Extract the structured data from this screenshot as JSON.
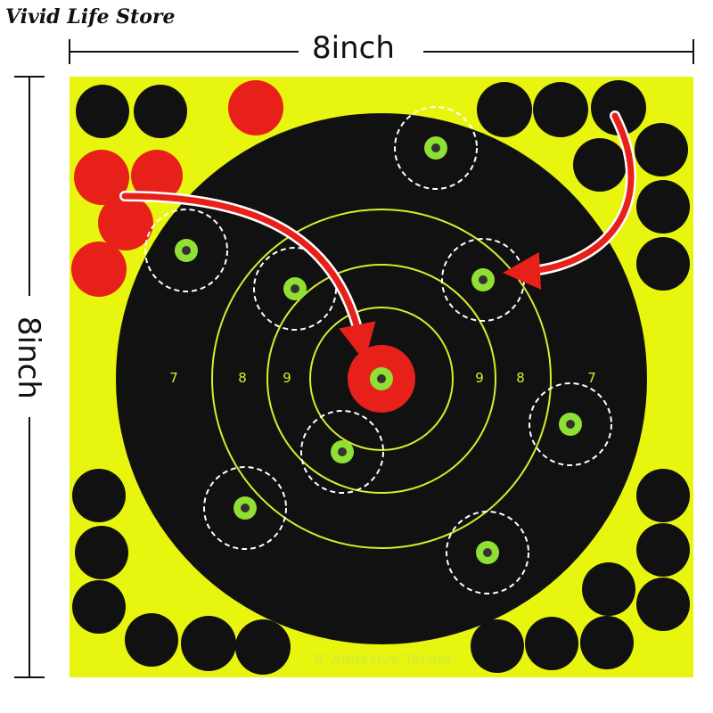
{
  "store_name": "Vivid Life Store",
  "width_label": "8inch",
  "height_label": "8inch",
  "target_label": "8\"Adhesive Target",
  "ring_numbers": [
    "7",
    "8",
    "9",
    "9",
    "8",
    "7"
  ],
  "colors": {
    "background": "#e8f50f",
    "target": "#111111",
    "ring": "#d8ee2a",
    "bullseye": "#e8201a",
    "pasty_black": "#111111",
    "pasty_red": "#e8201a",
    "hit": "#8fe033"
  }
}
